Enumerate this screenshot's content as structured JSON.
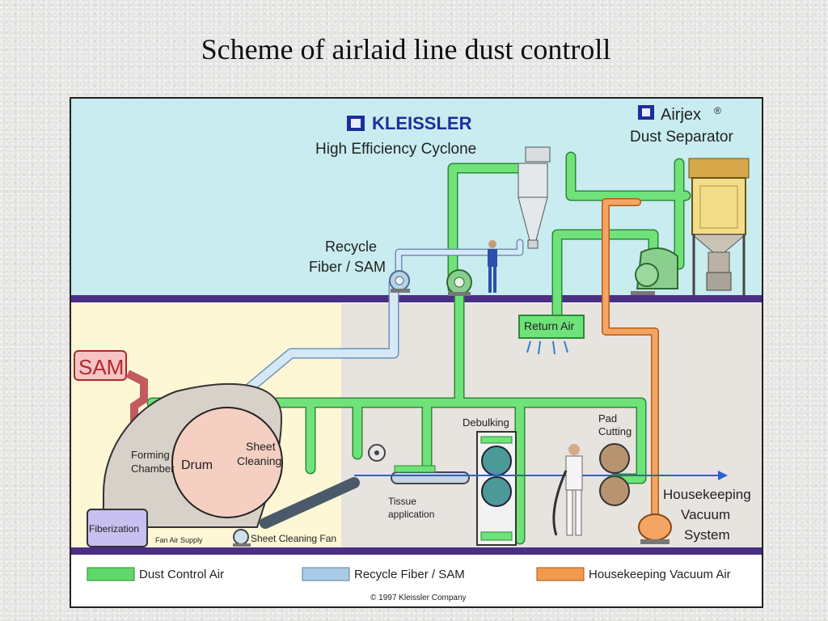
{
  "slide_title": "Scheme of airlaid line dust controll",
  "brands": {
    "kleissler": "KLEISSLER",
    "cyclone": "High Efficiency Cyclone",
    "airjex": "Airjex",
    "registered": "®",
    "separator": "Dust Separator"
  },
  "labels": {
    "recycle_1": "Recycle",
    "recycle_2": "Fiber / SAM",
    "return_air": "Return Air",
    "sam": "SAM",
    "forming_1": "Forming",
    "forming_2": "Chamber",
    "drum": "Drum",
    "sheet_cleaning_1": "Sheet",
    "sheet_cleaning_2": "Cleaning",
    "fiberization": "Fiberization",
    "fan_air_supply": "Fan Air Supply",
    "sheet_cleaning_fan": "Sheet Cleaning Fan",
    "tissue_1": "Tissue",
    "tissue_2": "application",
    "debulking": "Debulking",
    "pad_1": "Pad",
    "pad_2": "Cutting",
    "housekeeping_1": "Housekeeping",
    "housekeeping_2": "Vacuum",
    "housekeeping_3": "System"
  },
  "legend": [
    {
      "label": "Dust Control Air",
      "color": "#5fd86a"
    },
    {
      "label": "Recycle Fiber / SAM",
      "color": "#a9cbe6"
    },
    {
      "label": "Housekeeping Vacuum Air",
      "color": "#f19a4d"
    }
  ],
  "copyright": "© 1997 Kleissler Company",
  "colors": {
    "dust_pipe": "#4fd45e",
    "recycle_pipe": "#9fc4e2",
    "vacuum_pipe": "#f08c3a",
    "upper_bg": "#c8ecef",
    "left_room": "#fdf7d6",
    "right_room": "#e7e3df",
    "floor": "#4a2f82"
  }
}
